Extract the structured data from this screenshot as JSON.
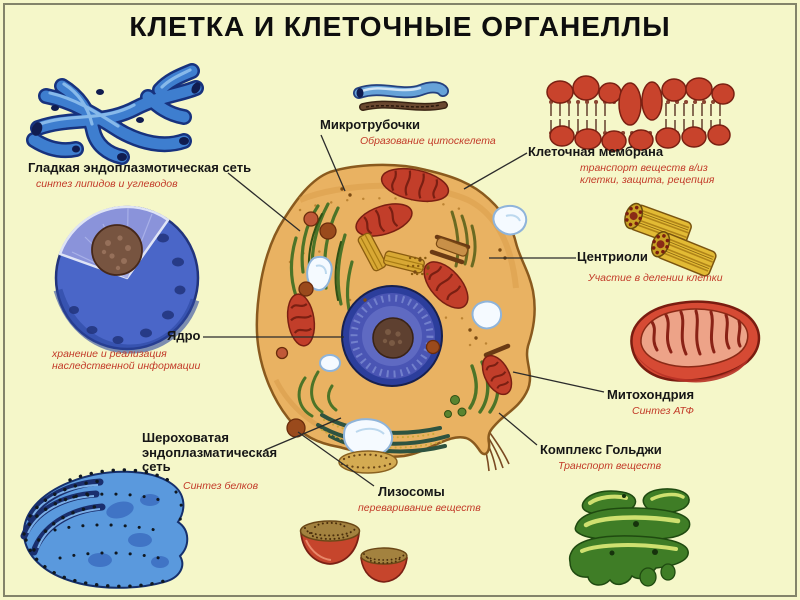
{
  "poster": {
    "title": "КЛЕТКА И КЛЕТОЧНЫЕ ОРГАНЕЛЛЫ",
    "background_color": "#f5f7c9",
    "accent_color": "#c23a28"
  },
  "labels": {
    "smooth_er": {
      "name": "Гладкая эндоплазмотическая сеть",
      "desc": "синтез липидов и углеводов"
    },
    "microtubules": {
      "name": "Микротрубочки",
      "desc": "Образование цитоскелета"
    },
    "membrane": {
      "name": "Клеточная мембрана",
      "desc": "транспорт веществ в/из клетки, защита, рецепция"
    },
    "centrioles": {
      "name": "Центриоли",
      "desc": "Участие в делении клетки"
    },
    "nucleus": {
      "name": "Ядро",
      "desc": "хранение и реализация наследственной информации"
    },
    "mitochondria": {
      "name": "Митохондрия",
      "desc": "Синтез АТФ"
    },
    "golgi": {
      "name": "Комплекс Гольджи",
      "desc": "Транспорт веществ"
    },
    "rough_er": {
      "name": "Шероховатая эндоплазматическая сеть",
      "desc": "Синтез белков"
    },
    "lysosomes": {
      "name": "Лизосомы",
      "desc": "переваривание веществ"
    }
  }
}
